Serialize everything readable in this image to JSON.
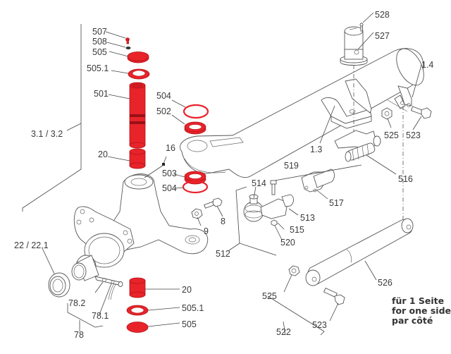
{
  "diagram": {
    "title": "Front axle steering knuckle exploded parts diagram",
    "highlight_color": "#e8232a",
    "line_color": "#444444",
    "labels": {
      "p507": "507",
      "p508": "508",
      "p505_top": "505",
      "p505_1_top": "505.1",
      "p501": "501",
      "p504_top": "504",
      "p502": "502",
      "p3_1_3_2": "3.1 / 3.2",
      "p20_top": "20",
      "p16": "16",
      "p503": "503",
      "p504_bottom": "504",
      "p9": "9",
      "p8": "8",
      "p22_22_1": "22 / 22.1",
      "p78_2": "78.2",
      "p78_1": "78.1",
      "p78": "78",
      "p20_bottom": "20",
      "p505_1_bottom": "505.1",
      "p505_bottom": "505",
      "p528": "528",
      "p527": "527",
      "p1_4": "1.4",
      "p525_top": "525",
      "p523_top": "523",
      "p1_3": "1.3",
      "p516": "516",
      "p519": "519",
      "p514": "514",
      "p517": "517",
      "p513": "513",
      "p515": "515",
      "p520": "520",
      "p512": "512",
      "p526": "526",
      "p525_bottom": "525",
      "p523_bottom": "523",
      "p522": "522"
    },
    "note": {
      "line1": "für 1 Seite",
      "line2": "for one side",
      "line3": "par côté"
    }
  }
}
